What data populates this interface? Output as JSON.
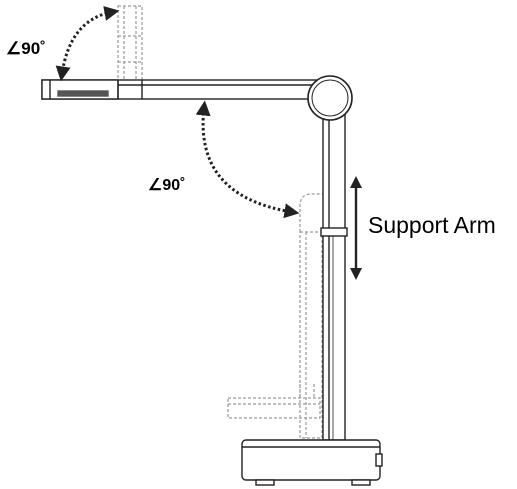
{
  "labels": {
    "angle_top": "∠90˚",
    "angle_middle": "∠90˚",
    "support_arm": "Support Arm"
  },
  "colors": {
    "line": "#222222",
    "ghost": "#9a9a9a",
    "fill": "#ffffff",
    "text": "#000000"
  }
}
